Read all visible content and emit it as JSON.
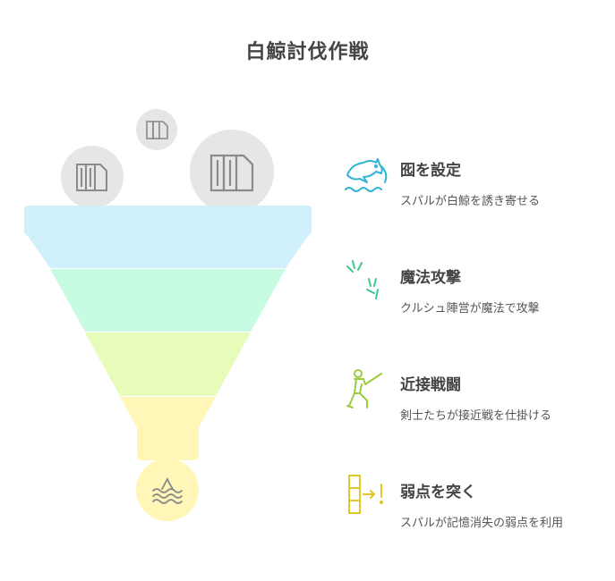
{
  "title": "白鯨討伐作戦",
  "colors": {
    "layer1": "#d0f0fc",
    "layer2": "#c8fce2",
    "layer3": "#e6fcb8",
    "layer4": "#fff6b8",
    "bubble": "#e6e6e6",
    "icon_gray": "#8a8a8a",
    "dolphin_blue": "#2fb4d6",
    "spark_green": "#3ec98b",
    "soldier_green": "#9acd3e",
    "exit_yellow": "#e1c82a"
  },
  "steps": [
    {
      "heading": "囮を設定",
      "description": "スパルが白鯨を誘き寄せる",
      "icon": "dolphin-icon"
    },
    {
      "heading": "魔法攻撃",
      "description": "クルシュ陣営が魔法で攻撃",
      "icon": "sparkle-icon"
    },
    {
      "heading": "近接戦闘",
      "description": "剣士たちが接近戦を仕掛ける",
      "icon": "soldier-icon"
    },
    {
      "heading": "弱点を突く",
      "description": "スパルが記憶消失の弱点を利用",
      "icon": "exit-arrow-icon"
    }
  ]
}
